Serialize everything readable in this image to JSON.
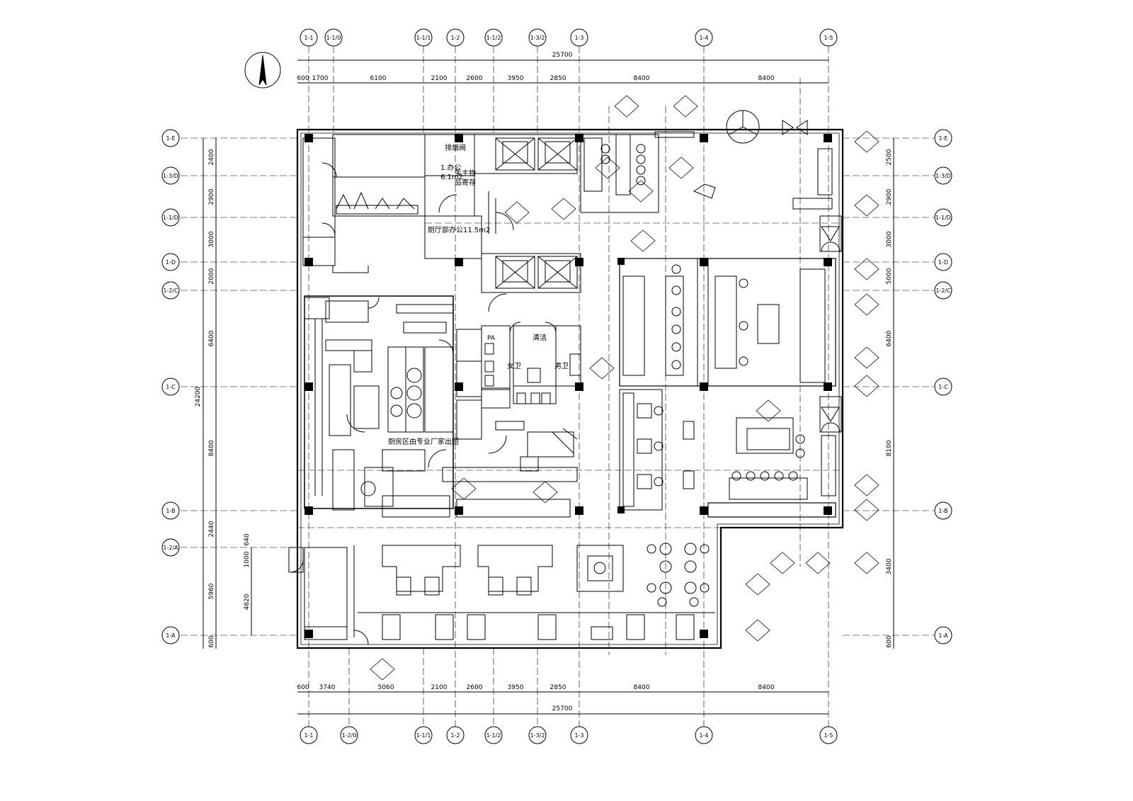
{
  "drawing": {
    "north_arrow_icon": "north-arrow-icon",
    "total_width_top": "25700",
    "total_width_bottom": "25700",
    "total_height_left": "24200"
  },
  "grid_x_top": [
    "1-1",
    "1-1/0",
    "1-1/1",
    "1-2",
    "1-1/2",
    "1-3/2",
    "1-3",
    "1-4",
    "1-5"
  ],
  "grid_x_bottom": [
    "1-1",
    "1-2/0",
    "1-1/1",
    "1-2",
    "1-1/2",
    "1-3/2",
    "1-3",
    "1-4",
    "1-5"
  ],
  "grid_y_left": [
    "1-E",
    "1-3/D",
    "1-1/D",
    "1-D",
    "1-2/C",
    "1-C",
    "1-B",
    "1-2/A",
    "1-A"
  ],
  "grid_y_right": [
    "1-E",
    "1-3/D",
    "1-1/D",
    "1-D",
    "1-2/C",
    "1-C",
    "1-B",
    "1-A"
  ],
  "dims_top": [
    "600",
    "1700",
    "6100",
    "2100",
    "2600",
    "3950",
    "2850",
    "8400",
    "8400"
  ],
  "dims_bottom": [
    "600",
    "3740",
    "5060",
    "2100",
    "2600",
    "3950",
    "2850",
    "8400",
    "8400"
  ],
  "dims_left": [
    "2400",
    "2900",
    "3000",
    "2000",
    "6400",
    "8400",
    "2440",
    "5960",
    "600"
  ],
  "dims_left_inner": [
    "640",
    "1000",
    "4620"
  ],
  "dims_right": [
    "2500",
    "2900",
    "3000",
    "5000",
    "6400",
    "8100",
    "3400",
    "600"
  ],
  "rooms": {
    "duty_door": "排烟阀",
    "office1": "1.办公",
    "office1_area": "6.1m2",
    "storage": "失主物",
    "storage2": "品寄存",
    "office2": "厨厅部办公11.5m2",
    "female_wc": "女卫",
    "male_wc": "男卫",
    "cleaning": "清洁",
    "kitchen_note": "厨房区由专业厂家出图",
    "pa": "PA"
  }
}
